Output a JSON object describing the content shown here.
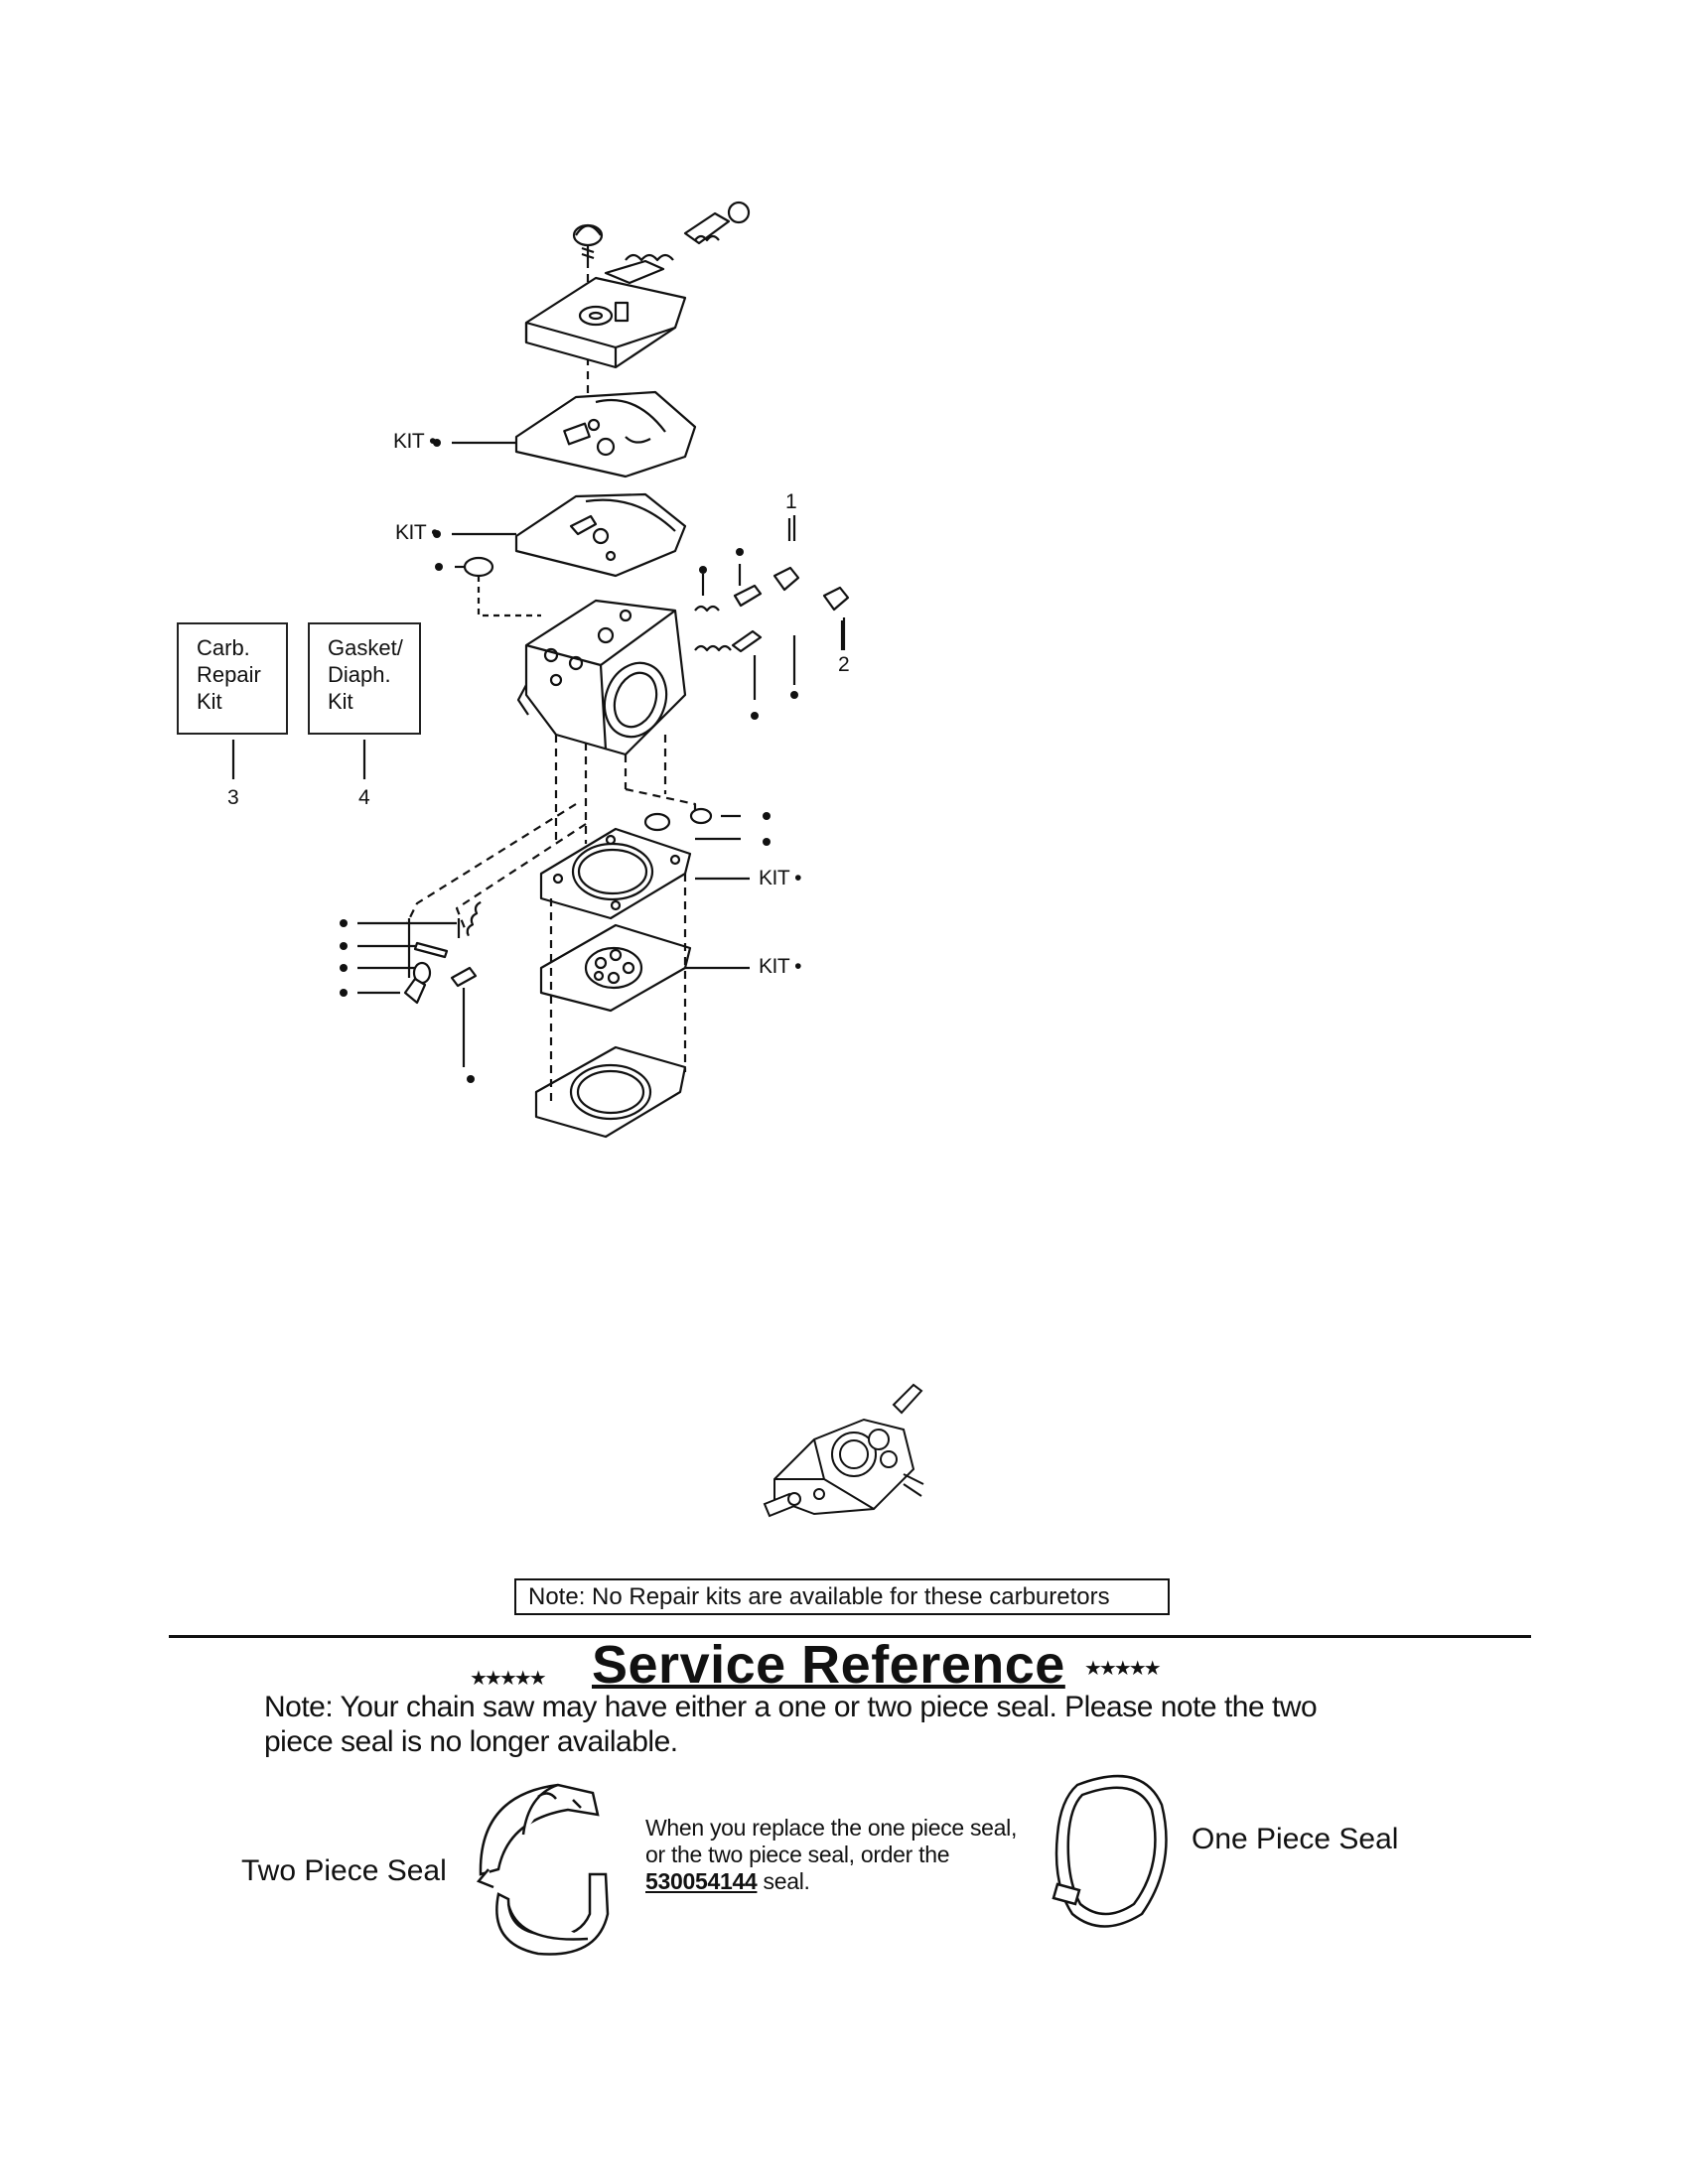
{
  "kits": [
    {
      "line1": "Carb.",
      "line2": "Repair",
      "line3": "Kit",
      "ref": "3"
    },
    {
      "line1": "Gasket/",
      "line2": "Diaph.",
      "line3": "Kit",
      "ref": "4"
    }
  ],
  "callouts": {
    "kit_label": "KIT",
    "ref_1": "1",
    "ref_2": "2"
  },
  "note_box": "Note: No Repair kits are available for these carburetors",
  "service": {
    "stars": "★★★★★",
    "title": "Service Reference",
    "note": "Note: Your chain saw may have either a one or two piece seal. Please note the two piece seal is no longer available.",
    "two_piece_label": "Two Piece Seal",
    "one_piece_label": "One Piece Seal",
    "desc_before": "When you replace the one piece seal, or the two piece seal, order the ",
    "part_number": "530054144",
    "desc_after": " seal."
  }
}
